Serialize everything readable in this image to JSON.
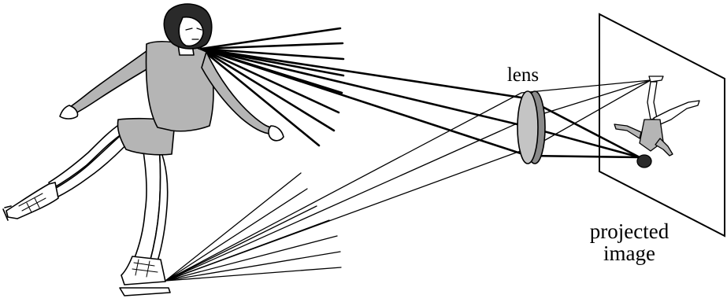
{
  "labels": {
    "lens": "lens",
    "projected_line1": "projected",
    "projected_line2": "image"
  },
  "colors": {
    "ink": "#000000",
    "skater_fill": "#b5b5b5",
    "hair": "#2a2a2a",
    "lens_fill": "#c4c4c4",
    "screen_fill": "#ffffff",
    "background": "#ffffff"
  }
}
